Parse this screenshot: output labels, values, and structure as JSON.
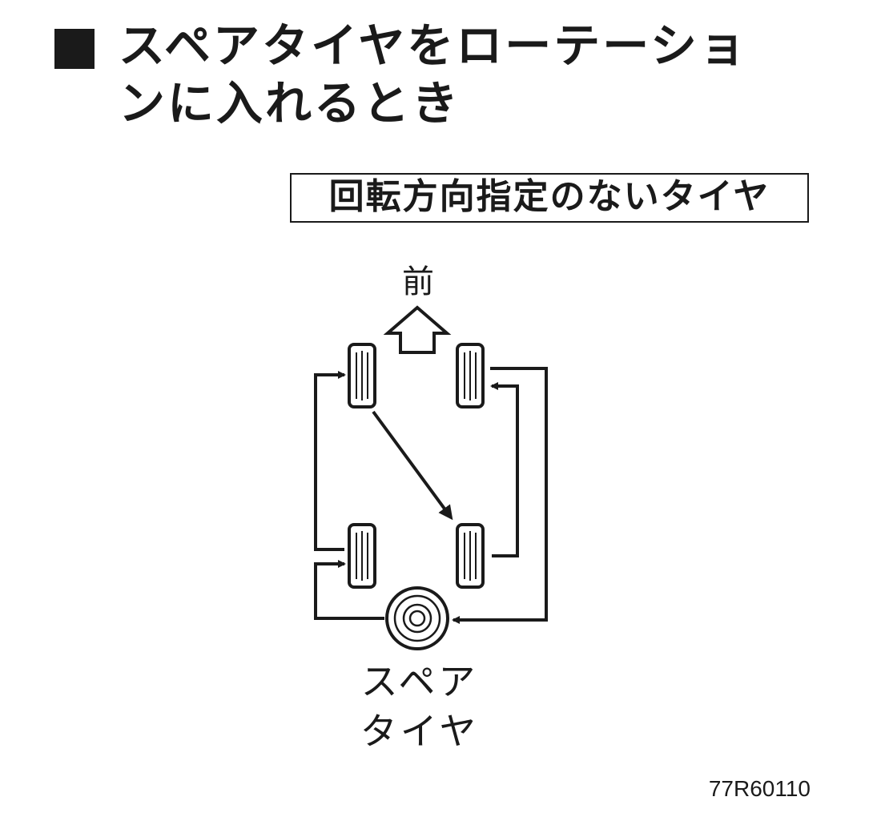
{
  "title": {
    "marker": "■",
    "line1": "スペアタイヤをローテーショ",
    "line2": "ンに入れるとき"
  },
  "subtitle": "回転方向指定のないタイヤ",
  "diagram": {
    "front_label": "前",
    "spare_label_line1": "スペア",
    "spare_label_line2": "タイヤ",
    "tires": [
      {
        "id": "front-left"
      },
      {
        "id": "front-right"
      },
      {
        "id": "rear-left"
      },
      {
        "id": "rear-right"
      },
      {
        "id": "spare"
      }
    ]
  },
  "code": "77R60110"
}
